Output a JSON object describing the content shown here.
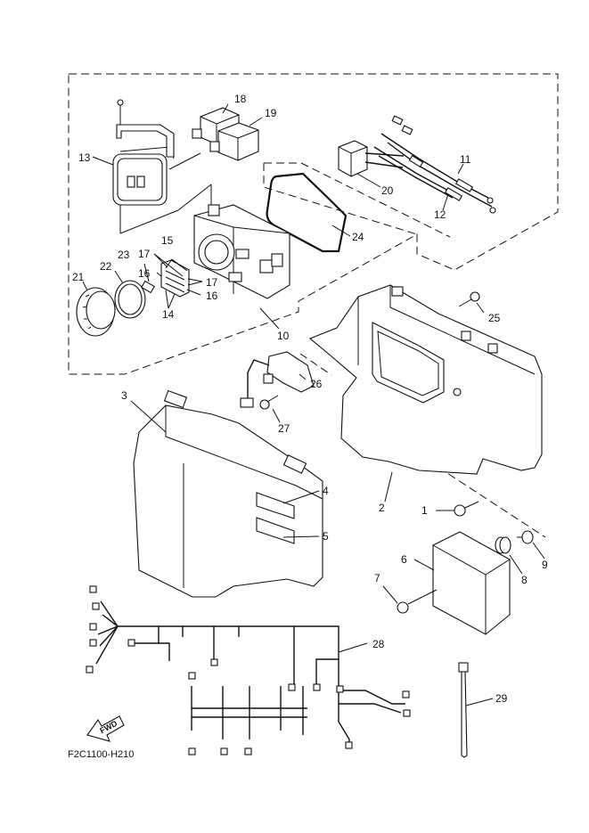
{
  "diagram": {
    "drawing_code": "F2C1100-H210",
    "fwd_text": "FWD",
    "callouts": [
      {
        "id": "c1",
        "text": "1"
      },
      {
        "id": "c2",
        "text": "2"
      },
      {
        "id": "c3",
        "text": "3"
      },
      {
        "id": "c4",
        "text": "4"
      },
      {
        "id": "c5",
        "text": "5"
      },
      {
        "id": "c6",
        "text": "6"
      },
      {
        "id": "c7",
        "text": "7"
      },
      {
        "id": "c8",
        "text": "8"
      },
      {
        "id": "c9",
        "text": "9"
      },
      {
        "id": "c10",
        "text": "10"
      },
      {
        "id": "c11",
        "text": "11"
      },
      {
        "id": "c12",
        "text": "12"
      },
      {
        "id": "c13",
        "text": "13"
      },
      {
        "id": "c14",
        "text": "14"
      },
      {
        "id": "c15",
        "text": "15"
      },
      {
        "id": "c16a",
        "text": "16"
      },
      {
        "id": "c16b",
        "text": "16"
      },
      {
        "id": "c17a",
        "text": "17"
      },
      {
        "id": "c17b",
        "text": "17"
      },
      {
        "id": "c18",
        "text": "18"
      },
      {
        "id": "c19",
        "text": "19"
      },
      {
        "id": "c20",
        "text": "20"
      },
      {
        "id": "c21",
        "text": "21"
      },
      {
        "id": "c22",
        "text": "22"
      },
      {
        "id": "c23",
        "text": "23"
      },
      {
        "id": "c24",
        "text": "24"
      },
      {
        "id": "c25",
        "text": "25"
      },
      {
        "id": "c26",
        "text": "26"
      },
      {
        "id": "c27",
        "text": "27"
      },
      {
        "id": "c28",
        "text": "28"
      },
      {
        "id": "c29",
        "text": "29"
      }
    ]
  }
}
